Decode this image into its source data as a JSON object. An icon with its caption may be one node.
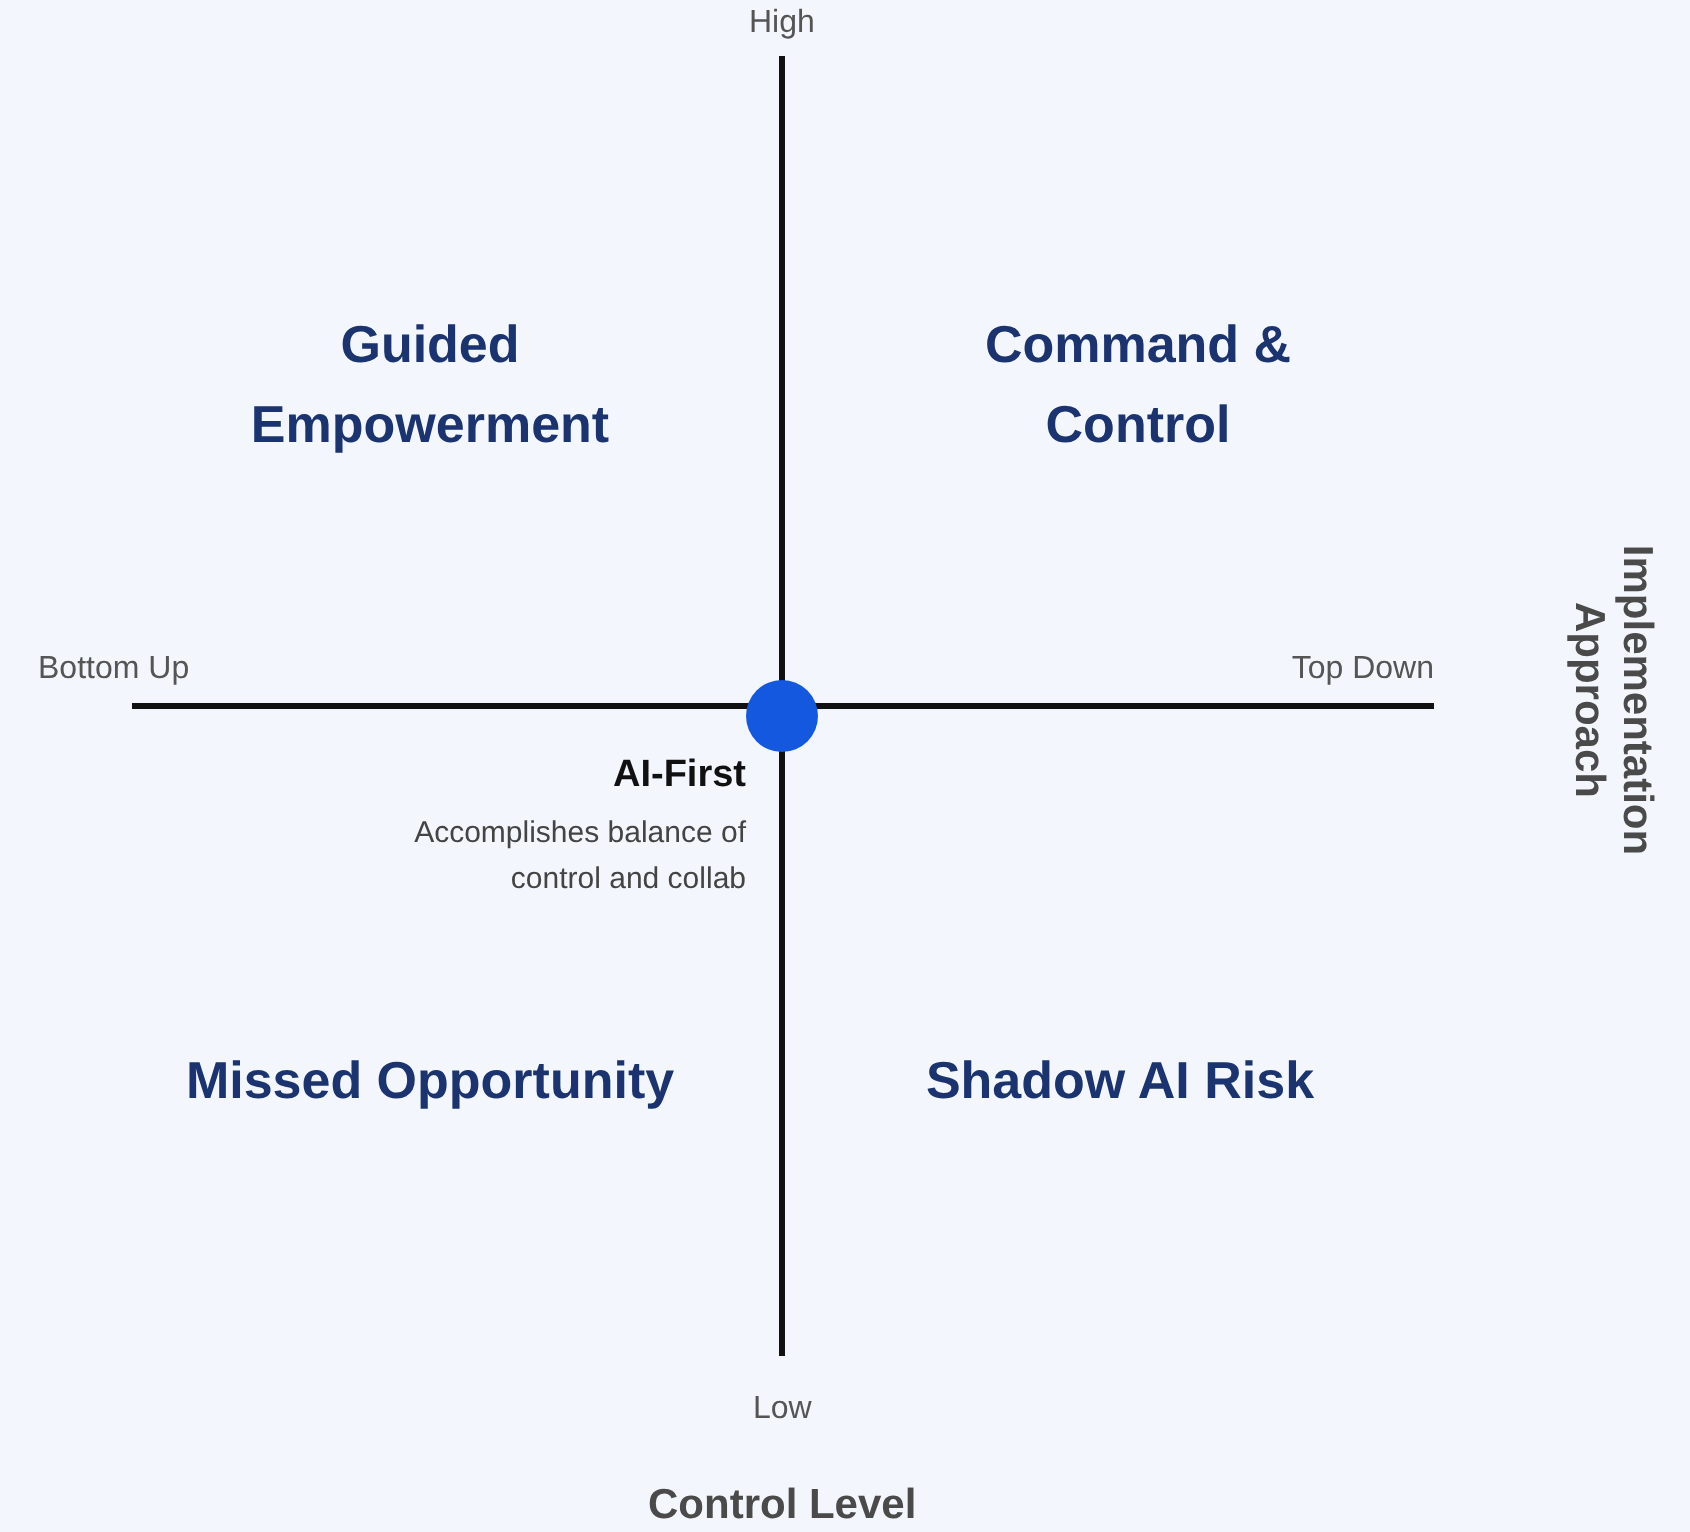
{
  "diagram": {
    "nodes": [
      {
        "text": [],
        "shape": "circle",
        "beside": [
          "AI-First",
          "Accomplishes balance of control and collab"
        ]
      }
    ],
    "labels": [
      "High",
      "Guided Empowerment",
      "Command & Control",
      "Implementation Approach",
      "Bottom Up",
      "Top Down",
      "Missed Opportunity",
      "Shadow AI Risk",
      "Low",
      "Control Level"
    ]
  }
}
